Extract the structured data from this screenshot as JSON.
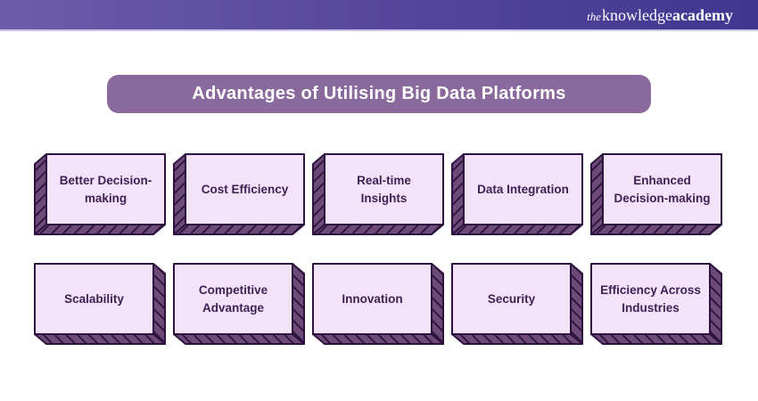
{
  "brand": {
    "the": "the",
    "knowledge": "knowledge",
    "academy": "academy"
  },
  "title": "Advantages of Utilising Big Data Platforms",
  "rows": [
    {
      "items": [
        "Better Decision-\nmaking",
        "Cost Efficiency",
        "Real-time\nInsights",
        "Data Integration",
        "Enhanced\nDecision-making"
      ]
    },
    {
      "items": [
        "Scalability",
        "Competitive\nAdvantage",
        "Innovation",
        "Security",
        "Efficiency Across\nIndustries"
      ]
    }
  ],
  "colors": {
    "topbar_gradient_start": "#6B5DA8",
    "topbar_gradient_end": "#403690",
    "topbar_underline": "#CCC3E6",
    "banner_bg": "#8A699C",
    "banner_text": "#FFFFFF",
    "card_face": "#F2E3FA",
    "card_side": "#6E4A7B",
    "card_hatch": "#261331",
    "card_outline": "#2D1240",
    "card_text": "#3F2254"
  }
}
